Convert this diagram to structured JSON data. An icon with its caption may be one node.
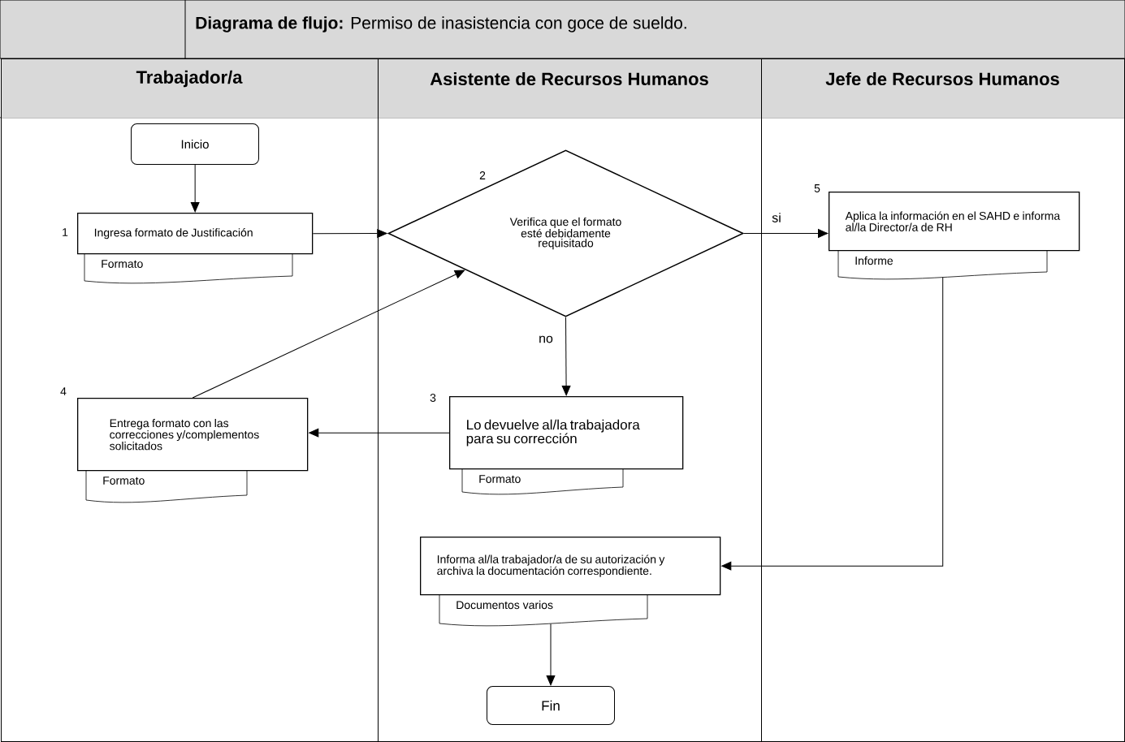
{
  "diagram": {
    "title": "**Diagrama de flujo:** Permiso de inasistencia con goce de sueldo.",
    "nodes": [
      {
        "text": [
          "Trabajador/a"
        ]
      },
      {
        "text": [
          "Asistente de Recursos Humanos"
        ]
      },
      {
        "text": [
          "Jefe de Recursos Humanos"
        ]
      },
      {
        "text": [
          "Inicio"
        ],
        "in": 0
      },
      {
        "text": [
          "Ingresa formato de Justificación"
        ],
        "beside": [
          "1"
        ],
        "in": 0
      },
      {
        "text": [
          "Formato"
        ],
        "in": 0
      },
      {
        "text": [
          "Entrega formato con las correcciones y/complementos solicitados"
        ],
        "beside": [
          "4"
        ],
        "in": 0
      },
      {
        "text": [
          "Formato"
        ],
        "in": 0
      },
      {
        "text": [
          "Verifica que el formato esté debidamente requisitado"
        ],
        "beside": [
          "2"
        ],
        "in": 1
      },
      {
        "text": [
          "Lo devuelve al/la trabajadora para su corrección"
        ],
        "beside": [
          "3"
        ],
        "in": 1
      },
      {
        "text": [
          "Formato"
        ],
        "in": 1
      },
      {
        "text": [
          "Informa al/la trabajador/a de su autorización y archiva la documentación correspondiente."
        ],
        "in": 1
      },
      {
        "text": [
          "Documentos varios"
        ],
        "in": 1
      },
      {
        "text": [
          "Fin"
        ],
        "in": 1
      },
      {
        "text": [
          "Aplica la información en el SAHD e informa al/la Director/a de RH"
        ],
        "beside": [
          "5"
        ],
        "in": 2
      },
      {
        "text": [
          "Informe"
        ],
        "in": 2
      }
    ],
    "edges": [
      {
        "from": 3,
        "to": 4,
        "arrow": "to"
      },
      {
        "from": 4,
        "to": 8,
        "arrow": "to"
      },
      {
        "from": 8,
        "to": 14,
        "arrow": "to",
        "label": "si"
      },
      {
        "from": 8,
        "to": 9,
        "arrow": "to",
        "label": "no"
      },
      {
        "from": 9,
        "to": 6,
        "arrow": "to"
      },
      {
        "from": 6,
        "to": 8,
        "arrow": "to"
      },
      {
        "from": 15,
        "to": 11,
        "arrow": "to"
      },
      {
        "from": 12,
        "to": 13,
        "arrow": "to"
      }
    ]
  }
}
